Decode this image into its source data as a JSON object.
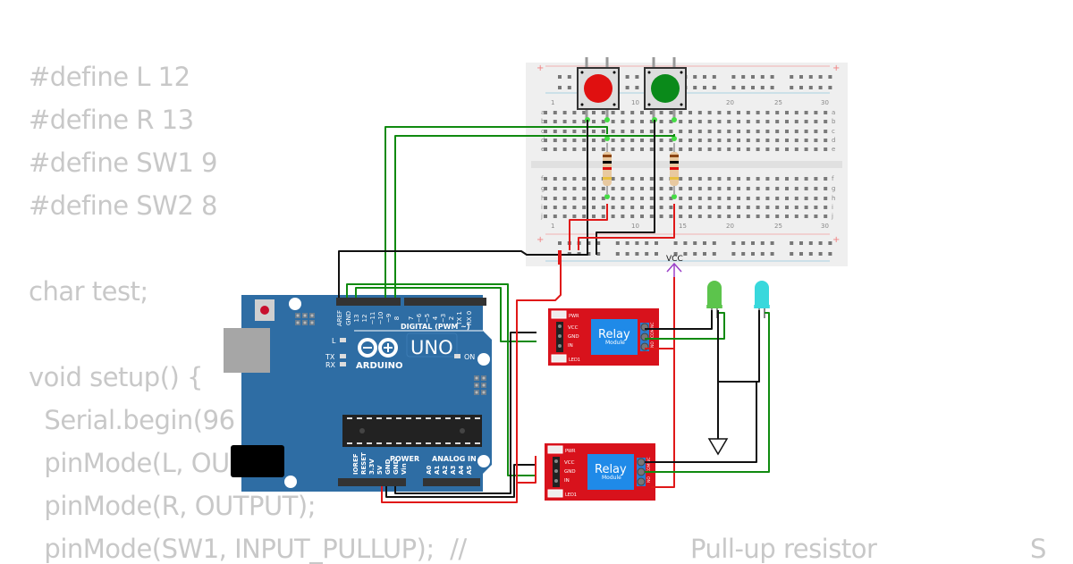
{
  "code": {
    "lines": [
      "#define L 12",
      "#define R 13",
      "#define SW1 9",
      "#define SW2 8",
      "",
      "char test;",
      "",
      "void setup() {",
      "  Serial.begin(96",
      "  pinMode(L, OU",
      "  pinMode(R, OUTPUT);",
      "  pinMode(SW1, INPUT_PULLUP);  //"
    ],
    "comment_fragment": "Pull-up resistor",
    "trailing_fragment": "S"
  },
  "breadboard": {
    "row_labels_top": [
      "a",
      "b",
      "c",
      "d",
      "e"
    ],
    "row_labels_bottom": [
      "f",
      "g",
      "h",
      "i",
      "j"
    ],
    "column_numbers": [
      "1",
      "10",
      "20",
      "25",
      "30"
    ],
    "column_numbers_bottom": [
      "1",
      "10",
      "15",
      "20",
      "25",
      "30"
    ],
    "rail_plus": "+",
    "rail_minus": "|"
  },
  "pushbuttons": [
    {
      "name": "red-button",
      "color": "#e01010"
    },
    {
      "name": "green-button",
      "color": "#0a8a1a"
    }
  ],
  "vcc_label": "VCC",
  "arduino": {
    "logo_text": "ARDUINO",
    "model": "UNO",
    "digital_header_label": "DIGITAL (PWM ~)",
    "digital_pins": [
      "AREF",
      "GND",
      "13",
      "12",
      "~11",
      "~10",
      "~9",
      "8",
      "7",
      "~6",
      "~5",
      "4",
      "~3",
      "2",
      "TX 1",
      "RX 0"
    ],
    "led_labels": [
      "L",
      "TX",
      "RX",
      "ON"
    ],
    "power_label": "POWER",
    "power_pins": [
      "IOREF",
      "RESET",
      "3.3V",
      "5V",
      "GND",
      "GND",
      "Vin"
    ],
    "analog_label": "ANALOG IN",
    "analog_pins": [
      "A0",
      "A1",
      "A2",
      "A3",
      "A4",
      "A5"
    ],
    "board_color": "#2e6da4"
  },
  "relays": [
    {
      "title": "Relay",
      "subtitle": "Module",
      "pins_left": [
        "VCC",
        "GND",
        "IN"
      ],
      "leds": [
        "PWR",
        "LED1"
      ],
      "pins_right": [
        "NO",
        "COM",
        "NC"
      ]
    },
    {
      "title": "Relay",
      "subtitle": "Module",
      "pins_left": [
        "VCC",
        "GND",
        "IN"
      ],
      "leds": [
        "PWR",
        "LED1"
      ],
      "pins_right": [
        "NO",
        "COM",
        "NC"
      ]
    }
  ],
  "leds": [
    {
      "name": "green-led",
      "color": "#5cc44c"
    },
    {
      "name": "cyan-led",
      "color": "#38d8dc"
    }
  ],
  "wire_colors": {
    "red": "#e01818",
    "black": "#111111",
    "green": "#108a10",
    "purple": "#9b40c8"
  }
}
